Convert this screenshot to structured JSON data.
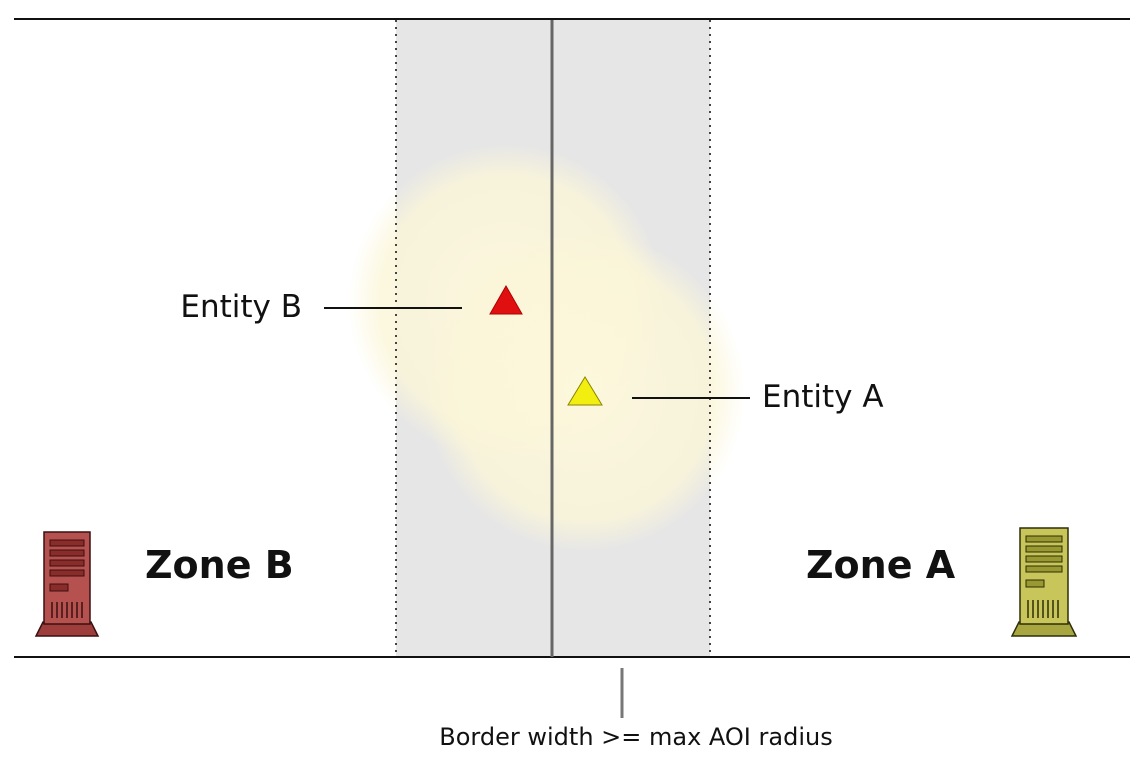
{
  "zones": {
    "left": {
      "label": "Zone B",
      "server_color": "#b5514f",
      "icon": "server-icon"
    },
    "right": {
      "label": "Zone A",
      "server_color": "#c8c65a",
      "icon": "server-icon"
    }
  },
  "entities": {
    "b": {
      "label": "Entity B",
      "color": "#e01010"
    },
    "a": {
      "label": "Entity A",
      "color": "#f2ee10"
    }
  },
  "border": {
    "label": "Border width >= max AOI radius",
    "fill_color": "#e6e6e6",
    "aoi_color": "#fbf7dc"
  }
}
